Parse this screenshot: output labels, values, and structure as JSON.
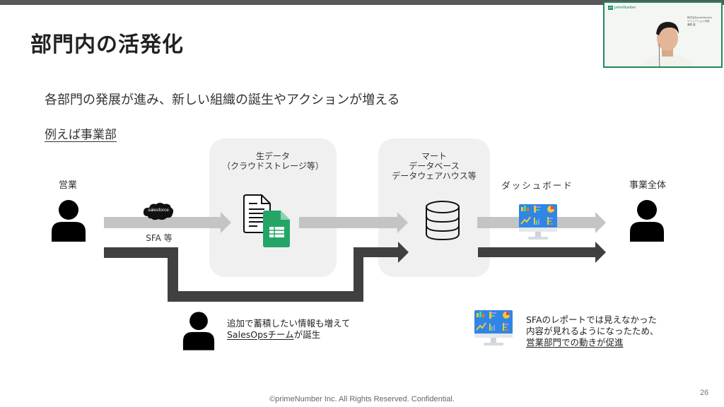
{
  "slide": {
    "title": "部門内の活発化",
    "subtitle": "各部門の発展が進み、新しい組織の誕生やアクションが増える",
    "example_heading": "例えば事業部",
    "page_number": "26",
    "footer": "©primeNumber Inc. All Rights Reserved. Confidential."
  },
  "diagram": {
    "sales_label": "営業",
    "salesforce_logo_text": "salesforce",
    "sfa_label": "SFA 等",
    "raw_data_label": "生データ\n（クラウドストレージ等）",
    "mart_label": "マート\nデータベース\nデータウェアハウス等",
    "dashboard_label": "ダッシュボード",
    "business_label": "事業全体",
    "colors": {
      "light_arrow": "#c4c4c4",
      "dark_arrow": "#404040",
      "panel_bg": "#f0f0f0",
      "sheets_green": "#23a566",
      "dashboard_blue": "#2f86e6"
    }
  },
  "captions": {
    "salesops": {
      "line1": "追加で蓄積したい情報も増えて",
      "line2_underlined": "SalesOpsチーム",
      "line2_rest": "が誕生"
    },
    "dashboard": {
      "line1": "SFAのレポートでは見えなかった",
      "line2": "内容が見れるようになったため、",
      "line3_underlined": "営業部門での動きが促進"
    }
  },
  "webcam": {
    "brand": "primeNumber",
    "logo_text": "pN",
    "info_line1": "株式会社primeNumber",
    "info_line2": "ソリューション本部",
    "info_line3": "瀬尾 遼"
  }
}
